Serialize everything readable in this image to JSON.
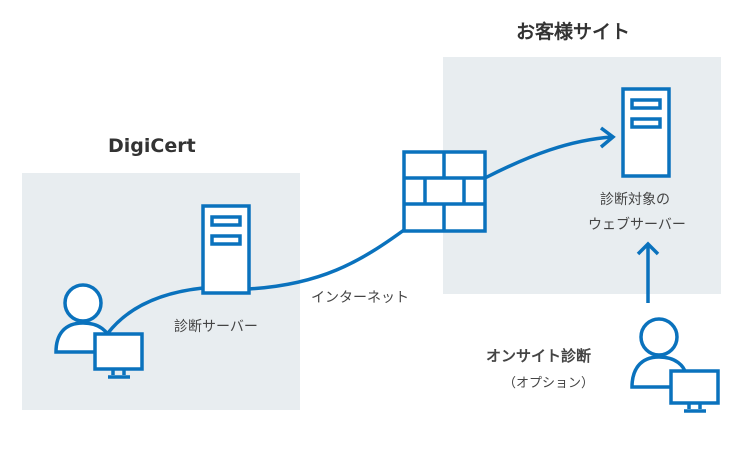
{
  "colors": {
    "accent": "#0a72bd",
    "zone": "#e8edf0",
    "text": "#444444"
  },
  "zones": {
    "digicert": "DigiCert",
    "customer": "お客様サイト"
  },
  "labels": {
    "diag_server": "診断サーバー",
    "internet": "インターネット",
    "target_line1": "診断対象の",
    "target_line2": "ウェブサーバー",
    "onsite": "オンサイト診断",
    "option": "（オプション）"
  }
}
